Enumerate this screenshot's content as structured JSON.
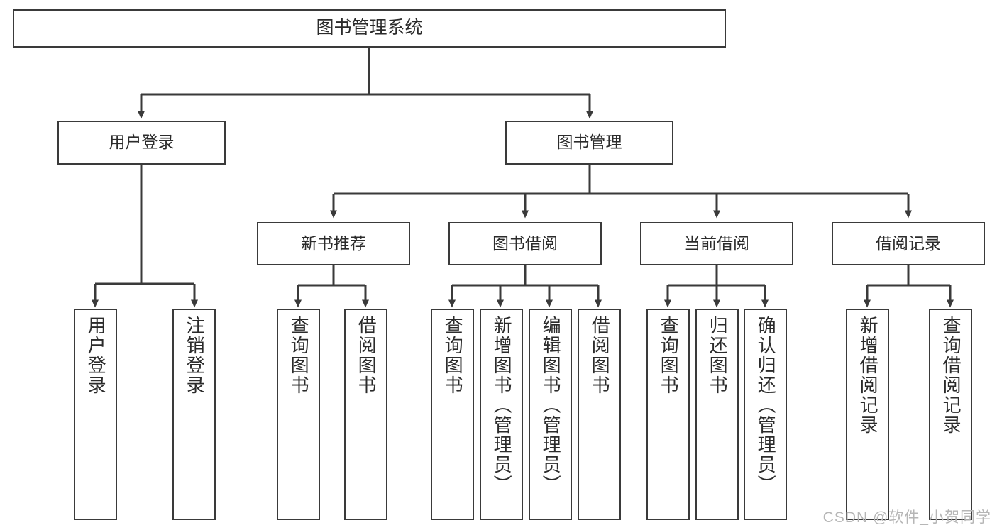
{
  "diagram": {
    "title": "图书管理系统",
    "type": "tree",
    "watermark": "CSDN @软件_小贺同学",
    "colors": {
      "stroke": "#3a3a3a",
      "text": "#2b2b2b",
      "background": "#ffffff",
      "watermark": "#b6b6b6"
    },
    "nodes": {
      "root": {
        "label": "图书管理系统"
      },
      "level2": [
        {
          "label": "用户登录"
        },
        {
          "label": "图书管理"
        }
      ],
      "level3": [
        {
          "label": "新书推荐"
        },
        {
          "label": "图书借阅"
        },
        {
          "label": "当前借阅"
        },
        {
          "label": "借阅记录"
        }
      ],
      "leaves": {
        "user_login": [
          {
            "label": "用户登录"
          },
          {
            "label": "注销登录"
          }
        ],
        "new_book": [
          {
            "label": "查询图书"
          },
          {
            "label": "借阅图书"
          }
        ],
        "book_borrow": [
          {
            "label": "查询图书"
          },
          {
            "label": "新增图书（管理员）"
          },
          {
            "label": "编辑图书（管理员）"
          },
          {
            "label": "借阅图书"
          }
        ],
        "current_borrow": [
          {
            "label": "查询图书"
          },
          {
            "label": "归还图书"
          },
          {
            "label": "确认归还（管理员）"
          }
        ],
        "borrow_record": [
          {
            "label": "新增借阅记录"
          },
          {
            "label": "查询借阅记录"
          }
        ]
      }
    }
  }
}
